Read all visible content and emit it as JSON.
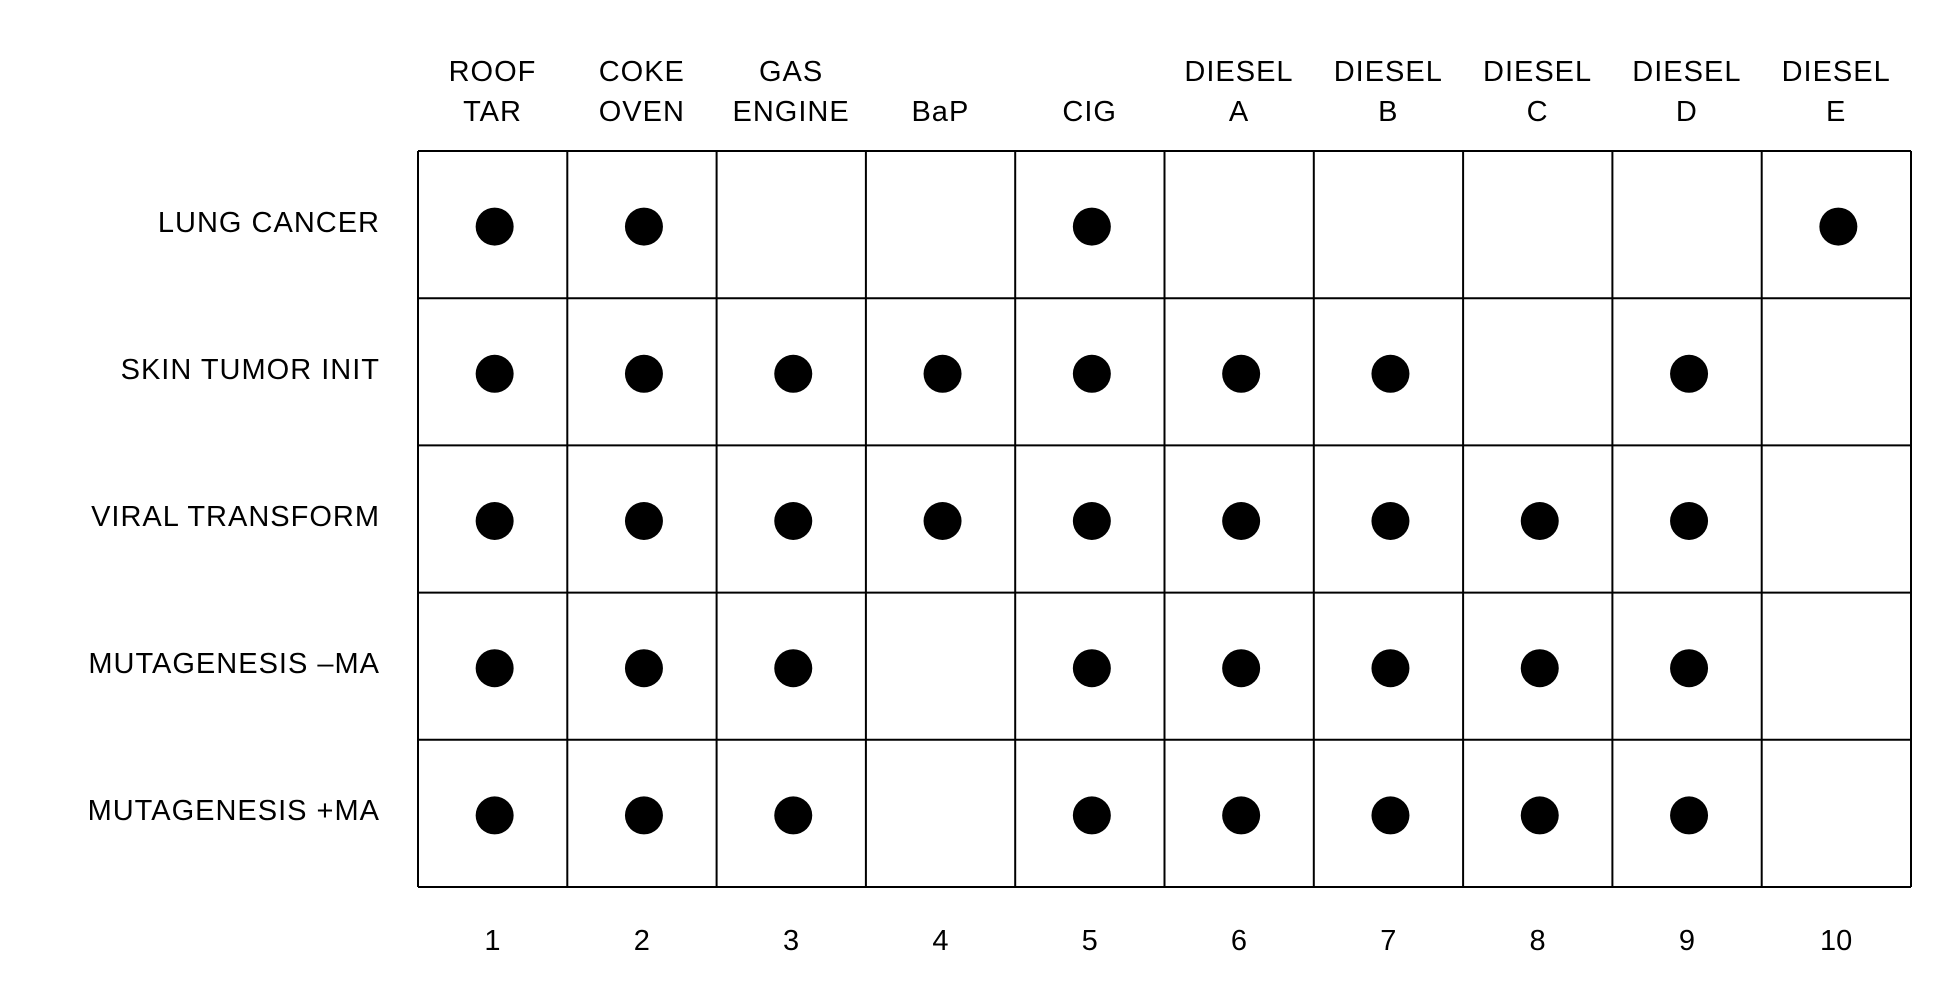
{
  "chart_data": {
    "type": "table",
    "title": "",
    "columns": [
      {
        "number": "1",
        "line1": "ROOF",
        "line2": "TAR"
      },
      {
        "number": "2",
        "line1": "COKE",
        "line2": "OVEN"
      },
      {
        "number": "3",
        "line1": "GAS",
        "line2": "ENGINE"
      },
      {
        "number": "4",
        "line1": "",
        "line2": "BaP"
      },
      {
        "number": "5",
        "line1": "",
        "line2": "CIG"
      },
      {
        "number": "6",
        "line1": "DIESEL",
        "line2": "A"
      },
      {
        "number": "7",
        "line1": "DIESEL",
        "line2": "B"
      },
      {
        "number": "8",
        "line1": "DIESEL",
        "line2": "C"
      },
      {
        "number": "9",
        "line1": "DIESEL",
        "line2": "D"
      },
      {
        "number": "10",
        "line1": "DIESEL",
        "line2": "E"
      }
    ],
    "rows": [
      {
        "label": "LUNG CANCER",
        "positive": [
          1,
          1,
          0,
          0,
          1,
          0,
          0,
          0,
          0,
          1
        ]
      },
      {
        "label": "SKIN TUMOR INIT",
        "positive": [
          1,
          1,
          1,
          1,
          1,
          1,
          1,
          0,
          1,
          0
        ]
      },
      {
        "label": "VIRAL TRANSFORM",
        "positive": [
          1,
          1,
          1,
          1,
          1,
          1,
          1,
          1,
          1,
          0
        ]
      },
      {
        "label": "MUTAGENESIS –MA",
        "positive": [
          1,
          1,
          1,
          0,
          1,
          1,
          1,
          1,
          1,
          0
        ]
      },
      {
        "label": "MUTAGENESIS +MA",
        "positive": [
          1,
          1,
          1,
          0,
          1,
          1,
          1,
          1,
          1,
          0
        ]
      }
    ],
    "marker": "filled-circle",
    "grid": true
  }
}
